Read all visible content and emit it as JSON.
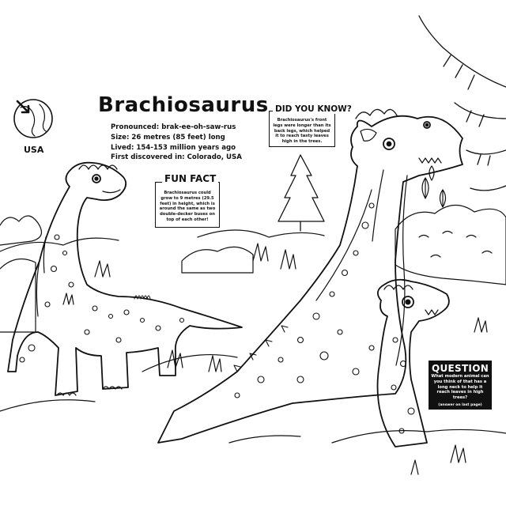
{
  "title": "Brachiosaurus",
  "location": "USA",
  "facts": [
    "Pronounced: brak-ee-oh-saw-rus",
    "Size: 26 metres (85 feet) long",
    "Lived: 154-153 million years ago",
    "First discovered in: Colorado, USA"
  ],
  "did_you_know": {
    "heading": "DID YOU KNOW?",
    "text": "Brachiosaurus's front legs were longer than its back legs, which helped it to reach tasty leaves high in the trees."
  },
  "fun_fact": {
    "heading": "FUN FACT",
    "text": "Brachiosaurus could grow to 9 metres (29.5 feet) in height, which is around the same as two double-decker buses on top of each other!"
  },
  "question": {
    "heading": "QUESTION",
    "text": "What modern animal can you think of that has a long neck to help it reach leaves in high trees?",
    "note": "(answer on last page)"
  }
}
